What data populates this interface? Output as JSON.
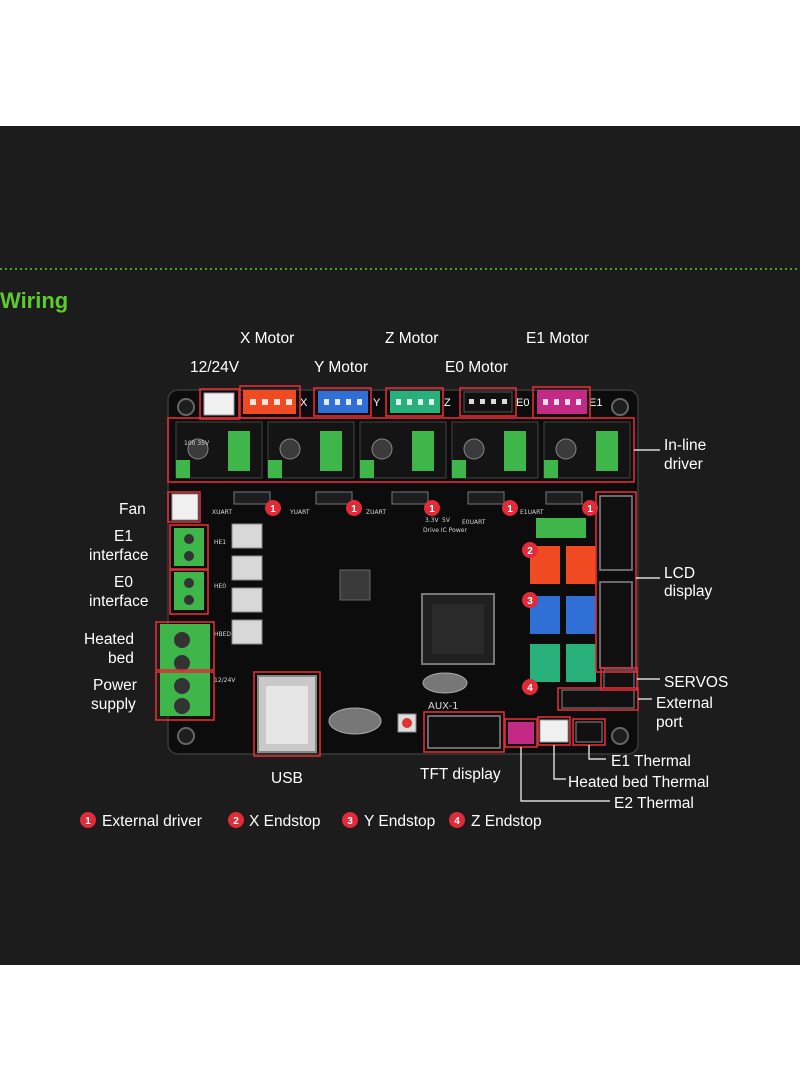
{
  "section_title": "Wiring",
  "labels": {
    "x_motor": "X Motor",
    "z_motor": "Z Motor",
    "e1_motor": "E1 Motor",
    "power_12_24": "12/24V",
    "y_motor": "Y Motor",
    "e0_motor": "E0 Motor",
    "inline_driver_1": "In-line",
    "inline_driver_2": "driver",
    "fan": "Fan",
    "e1_interface_1": "E1",
    "e1_interface_2": "interface",
    "e0_interface_1": "E0",
    "e0_interface_2": "interface",
    "heated_bed_1": "Heated",
    "heated_bed_2": "bed",
    "power_supply_1": "Power",
    "power_supply_2": "supply",
    "lcd_display_1": "LCD",
    "lcd_display_2": "display",
    "servos": "SERVOS",
    "external_port_1": "External",
    "external_port_2": "port",
    "usb": "USB",
    "tft_display": "TFT display",
    "e1_thermal": "E1 Thermal",
    "heated_bed_thermal": "Heated bed Thermal",
    "e2_thermal": "E2 Thermal"
  },
  "connector_letters": {
    "x": "X",
    "y": "Y",
    "z": "Z",
    "e0": "E0",
    "e1": "E1"
  },
  "legend": [
    {
      "num": "1",
      "text": "External driver"
    },
    {
      "num": "2",
      "text": "X Endstop"
    },
    {
      "num": "3",
      "text": "Y Endstop"
    },
    {
      "num": "4",
      "text": "Z Endstop"
    }
  ],
  "board_silk": {
    "aux1": "AUX-1",
    "xuart": "XUART",
    "yuart": "YUART",
    "zuart": "ZUART",
    "e0uart": "E0UART",
    "e1uart": "E1UART",
    "drive_ic_power": "Drive IC Power",
    "v33": "3.3V",
    "v5": "5V",
    "he1": "HE1",
    "he0": "HE0",
    "hbed": "HBED",
    "v1224": "12/24V",
    "cap": "100 35V"
  },
  "colors": {
    "accent_green": "#5ecb2c",
    "callout_red": "#e12b38",
    "x_conn": "#ef4a22",
    "y_conn": "#2f6fd6",
    "z_conn": "#27b07a",
    "e1_conn": "#c22a86",
    "driver_green": "#3fb64a"
  }
}
